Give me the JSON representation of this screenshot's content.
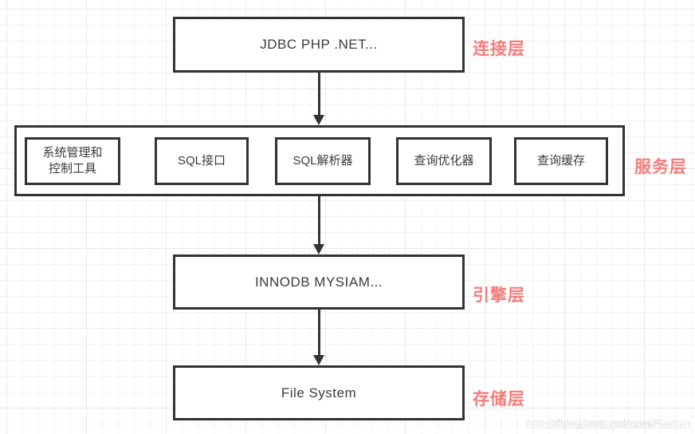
{
  "nodes": {
    "connection": {
      "label": "JDBC PHP .NET...",
      "layer": "连接层"
    },
    "service": {
      "layer": "服务层",
      "components": {
        "admin_tools": "系统管理和\n控制工具",
        "sql_interface": "SQL接口",
        "sql_parser": "SQL解析器",
        "query_optimizer": "查询优化器",
        "query_cache": "查询缓存"
      }
    },
    "engine": {
      "label": "INNODB MYSIAM...",
      "layer": "引擎层"
    },
    "storage": {
      "label": "File System",
      "layer": "存储层"
    }
  },
  "watermark": {
    "copy_a": "https://blog.csdn.net/admin",
    "copy_b": "https://blog.csdn.net/Fladgin"
  },
  "colors": {
    "layer_label": "#f87b79",
    "box_border": "#333333",
    "box_text": "#3a3a3a",
    "grid_minor": "#f3f3f3",
    "grid_major": "#e9e9e9"
  }
}
